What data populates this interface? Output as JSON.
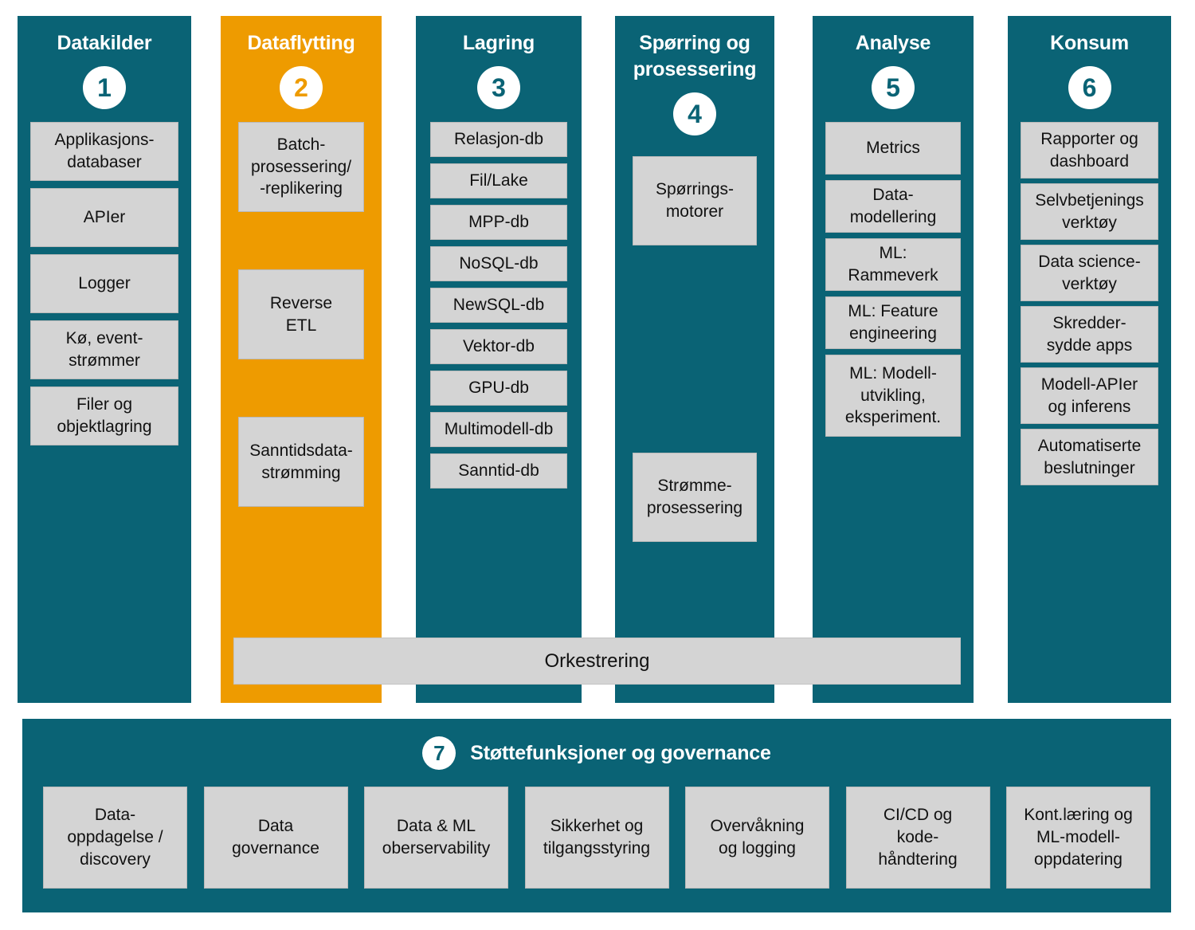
{
  "theme": {
    "teal": "#0a6375",
    "amber": "#ee9b00",
    "box_gray": "#d4d4d4",
    "white": "#ffffff"
  },
  "columns": [
    {
      "number": "1",
      "title": "Datakilder",
      "accent": "teal",
      "items": [
        "Applikasjons-\ndatabaser",
        "APIer",
        "Logger",
        "Kø, event-\nstrømmer",
        "Filer og\nobjektlagring"
      ]
    },
    {
      "number": "2",
      "title": "Dataflytting",
      "accent": "amber",
      "items": [
        "Batch-\nprosessering/\n-replikering",
        "Reverse\nETL",
        "Sanntidsdata-\nstrømming"
      ]
    },
    {
      "number": "3",
      "title": "Lagring",
      "accent": "teal",
      "items": [
        "Relasjon-db",
        "Fil/Lake",
        "MPP-db",
        "NoSQL-db",
        "NewSQL-db",
        "Vektor-db",
        "GPU-db",
        "Multimodell-db",
        "Sanntid-db"
      ]
    },
    {
      "number": "4",
      "title": "Spørring og\nprosessering",
      "accent": "teal",
      "items": [
        "Spørrings-\nmotorer",
        "Strømme-\nprosessering"
      ]
    },
    {
      "number": "5",
      "title": "Analyse",
      "accent": "teal",
      "items": [
        "Metrics",
        "Data-\nmodellering",
        "ML:\nRammeverk",
        "ML: Feature\nengineering",
        "ML: Modell-\nutvikling,\neksperiment."
      ]
    },
    {
      "number": "6",
      "title": "Konsum",
      "accent": "teal",
      "items": [
        "Rapporter og\ndashboard",
        "Selvbetjenings\nverktøy",
        "Data science-\nverktøy",
        "Skredder-\nsydde apps",
        "Modell-APIer\nog inferens",
        "Automatiserte\nbeslutninger"
      ]
    }
  ],
  "orchestration": {
    "label": "Orkestrering"
  },
  "support": {
    "number": "7",
    "title": "Støttefunksjoner og governance",
    "items": [
      "Data-\noppdagelse /\ndiscovery",
      "Data\ngovernance",
      "Data & ML\noberservability",
      "Sikkerhet og\ntilgangsstyring",
      "Overvåkning\nog logging",
      "CI/CD og\nkode-\nhåndtering",
      "Kont.læring og\nML-modell-\noppdatering"
    ]
  }
}
